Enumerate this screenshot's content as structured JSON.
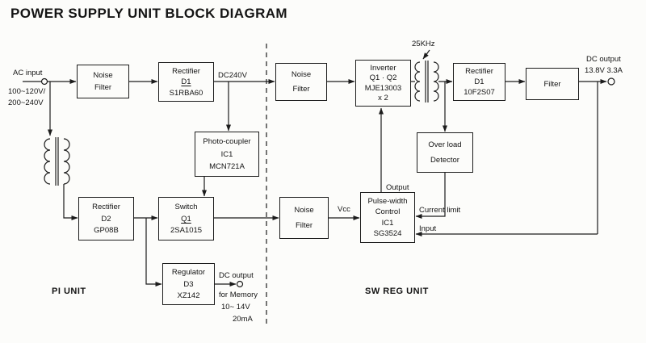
{
  "title": "POWER SUPPLY UNIT BLOCK DIAGRAM",
  "sections": {
    "left": "PI UNIT",
    "right": "SW REG UNIT"
  },
  "boxes": {
    "nf1": {
      "lines": [
        "Noise",
        "Filter"
      ]
    },
    "rd1": {
      "lines": [
        "Rectifier",
        "D1",
        "S1RBA60"
      ]
    },
    "pc": {
      "lines": [
        "Photo-coupler",
        "IC1",
        "MCN721A"
      ]
    },
    "rd2": {
      "lines": [
        "Rectifier",
        "D2",
        "GP08B"
      ]
    },
    "sw": {
      "lines": [
        "Switch",
        "Q1",
        "2SA1015"
      ]
    },
    "reg": {
      "lines": [
        "Regulator",
        "D3",
        "XZ142"
      ]
    },
    "nf2": {
      "lines": [
        "Noise",
        "Filter"
      ]
    },
    "inv": {
      "lines": [
        "Inverter",
        "Q1 · Q2",
        "MJE13003",
        "x 2"
      ]
    },
    "rd3": {
      "lines": [
        "Rectifier",
        "D1",
        "10F2S07"
      ]
    },
    "fil": {
      "lines": [
        "Filter"
      ]
    },
    "ovl": {
      "lines": [
        "Over load",
        "Detector"
      ]
    },
    "nf3": {
      "lines": [
        "Noise",
        "Filter"
      ]
    },
    "pwm": {
      "lines": [
        "Pulse-width",
        "Control",
        "IC1",
        "SG3524"
      ]
    }
  },
  "labels": {
    "ac_input": "AC input",
    "ac_range1": "100~120V/",
    "ac_range2": "200~240V",
    "dc240v": "DC240V",
    "freq": "25KHz",
    "dc_out": "DC output",
    "dc_out_spec": "13.8V 3.3A",
    "output": "Output",
    "vcc": "Vcc",
    "current_limit": "Current limit",
    "input": "Input",
    "mem_out": "DC output",
    "mem_for": "for Memory",
    "mem_v": "10~ 14V",
    "mem_a": "20mA"
  },
  "colors": {
    "ink": "#1c1c1c",
    "paper": "#fcfcfa"
  }
}
